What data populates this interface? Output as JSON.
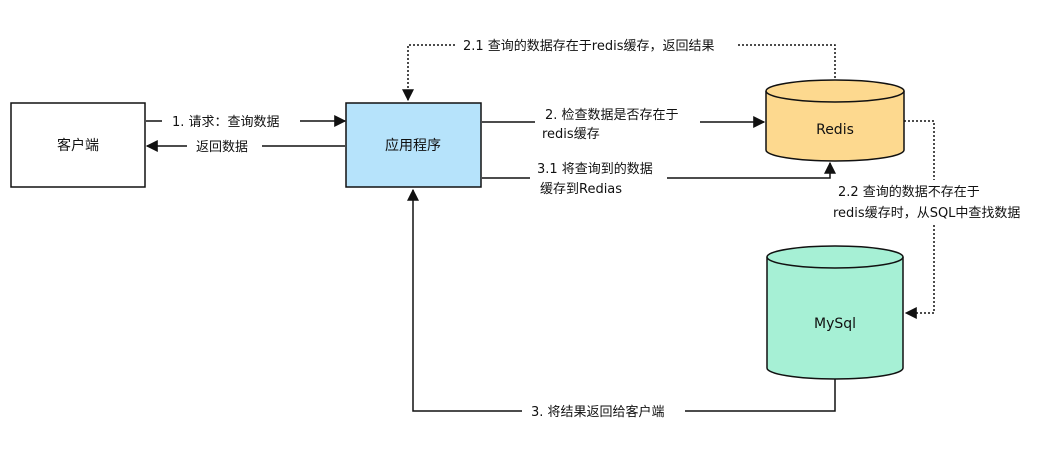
{
  "nodes": {
    "client": {
      "label": "客户端",
      "fill": "#ffffff",
      "stroke": "#111111"
    },
    "app": {
      "label": "应用程序",
      "fill": "#b6e3fb",
      "stroke": "#111111"
    },
    "redis": {
      "label": "Redis",
      "fill": "#fdd98f",
      "stroke": "#111111"
    },
    "mysql": {
      "label": "MySql",
      "fill": "#a6f0d5",
      "stroke": "#111111"
    }
  },
  "edges": {
    "request": "1. 请求：查询数据",
    "response": "返回数据",
    "check_line1": "2. 检查数据是否存在于",
    "check_line2": "redis缓存",
    "redis_hit": "2.1 查询的数据存在于redis缓存，返回结果",
    "cache_line1": "3.1 将查询到的数据",
    "cache_line2": "缓存到Redias",
    "redis_miss_line1": "2.2 查询的数据不存在于",
    "redis_miss_line2": "redis缓存时，从SQL中查找数据",
    "return_to_client": "3. 将结果返回给客户端"
  }
}
